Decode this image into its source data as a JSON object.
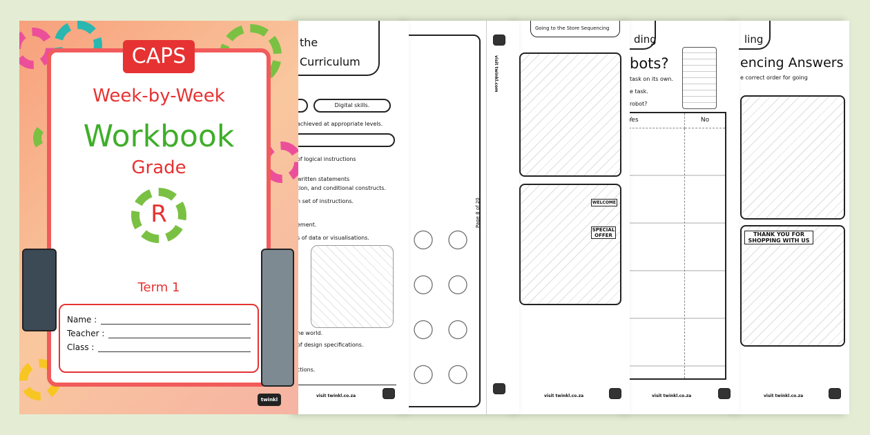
{
  "cover": {
    "badge": "CAPS",
    "line1": "Week-by-Week",
    "line2": "Workbook",
    "line3": "Grade",
    "grade": "R",
    "term": "Term 1",
    "fields": [
      "Name :",
      "Teacher :",
      "Class :"
    ],
    "brand": "twinkl",
    "colors": {
      "red": "#e63232",
      "green": "#3fae2a",
      "background": "#f7a07c"
    }
  },
  "page_curriculum": {
    "title_lines": [
      "the",
      "Curriculum"
    ],
    "pill": "Digital skills.",
    "lines": [
      "achieved at appropriate levels.",
      "of logical instructions",
      "written statements",
      "tion, and conditional constructs.",
      "n set of instructions.",
      "ement.",
      "s of data or visualisations.",
      "he world.",
      "of design specifications.",
      "ctions."
    ],
    "footer": "visit twinkl.co.za"
  },
  "page_spine": {
    "page_label": "Page 8 of 20",
    "site": "visit twinkl.com"
  },
  "page_store": {
    "title": "Going to the Store Sequencing",
    "sign1": "WELCOME",
    "sign2": "SPECIAL OFFER",
    "footer": "visit twinkl.co.za"
  },
  "page_robots": {
    "header": "ding",
    "title": "bots?",
    "lines": [
      "task on its own.",
      "e task.",
      "robot?"
    ],
    "columns": [
      "Yes",
      "No"
    ],
    "footer": "visit twinkl.co.za"
  },
  "page_answers": {
    "header": "ling",
    "title": "encing Answers",
    "subtitle": "e correct order for going",
    "shop_sign": "THANK YOU FOR SHOPPING WITH US",
    "footer": "visit twinkl.co.za"
  }
}
